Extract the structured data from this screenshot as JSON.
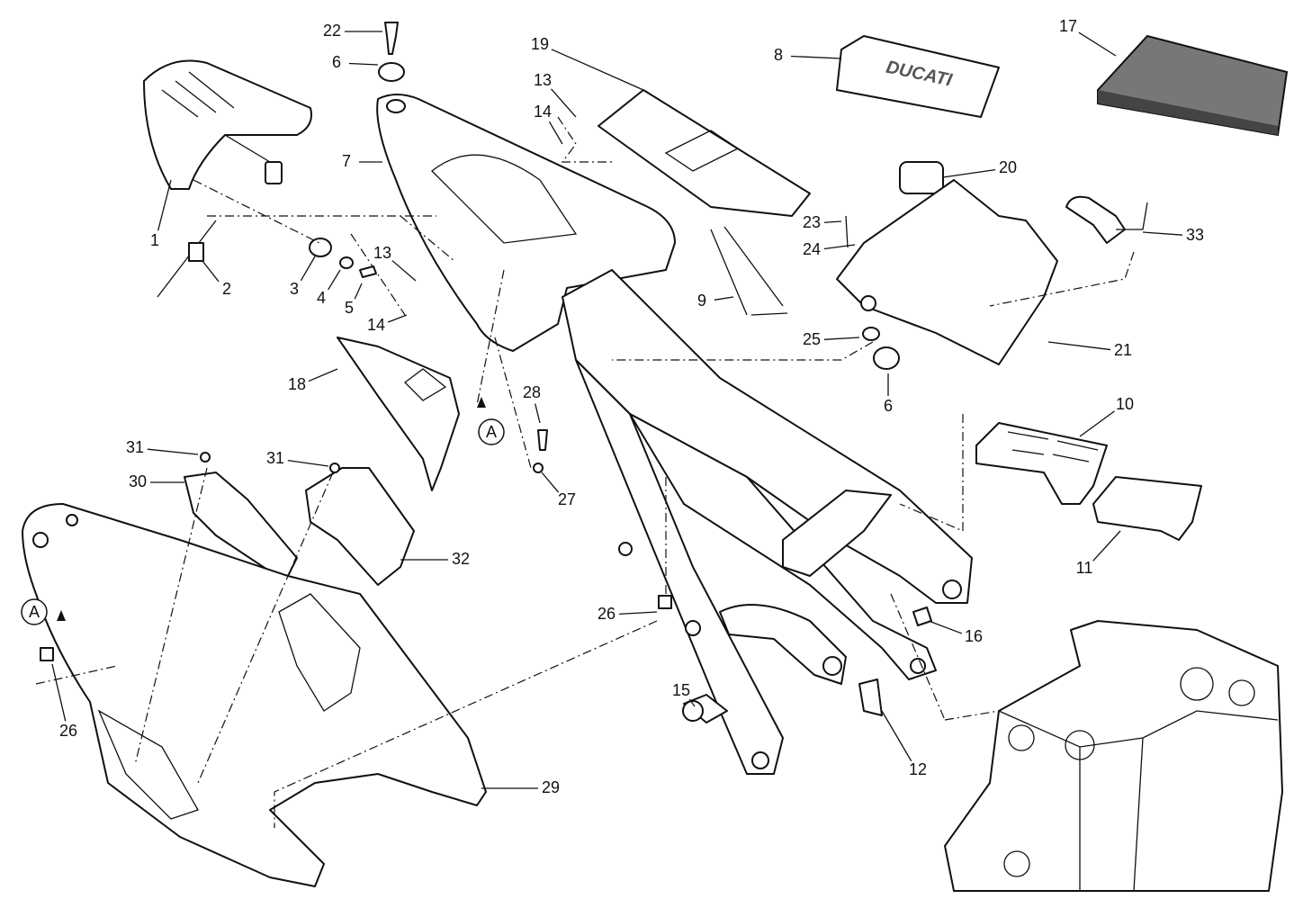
{
  "diagram": {
    "callouts": [
      "22",
      "6",
      "19",
      "13",
      "14",
      "8",
      "17",
      "7",
      "1",
      "2",
      "3",
      "4",
      "5",
      "13",
      "14",
      "20",
      "23",
      "24",
      "33",
      "9",
      "25",
      "21",
      "18",
      "6",
      "10",
      "28",
      "31",
      "31",
      "30",
      "27",
      "32",
      "11",
      "26",
      "16",
      "26",
      "15",
      "12",
      "29"
    ],
    "view_markers": [
      "A",
      "A"
    ],
    "logo_text": "DUCATI"
  }
}
